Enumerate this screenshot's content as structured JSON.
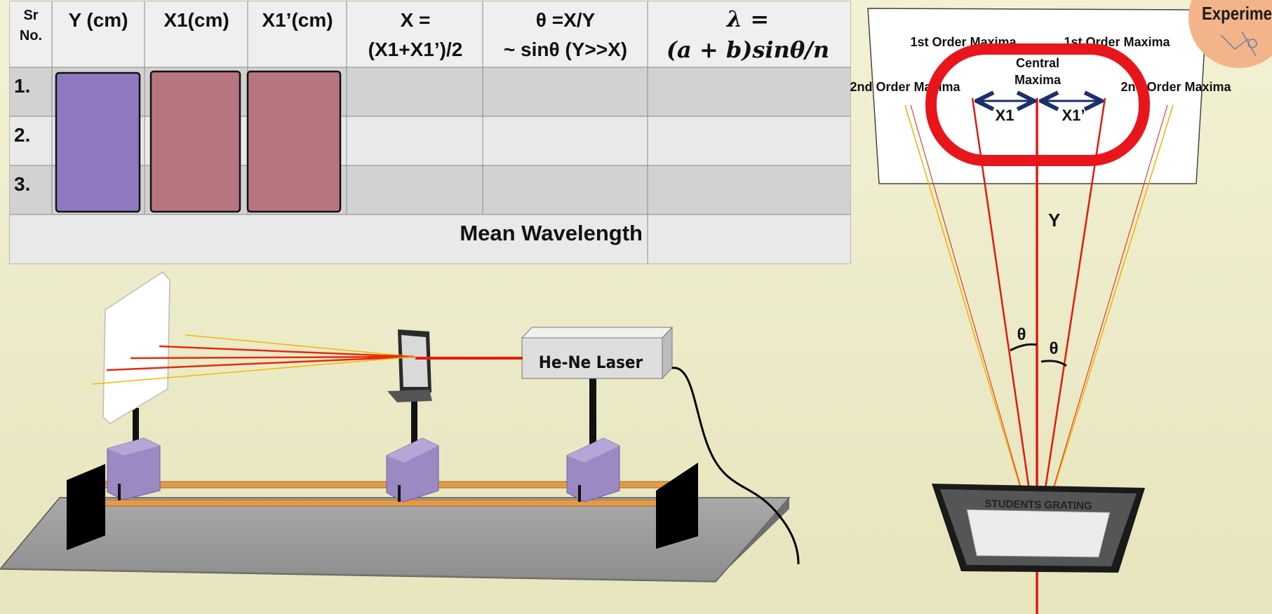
{
  "table": {
    "headers": {
      "sr": [
        "Sr",
        "No."
      ],
      "y": "Y (cm)",
      "x1": "X1(cm)",
      "x1p": "X1’(cm)",
      "x": [
        "X =",
        "(X1+X1’)/2"
      ],
      "theta": [
        "θ =X/Y",
        "~ sinθ (Y>>X)"
      ],
      "lambda": [
        "λ =",
        "(a + b)sinθ/n"
      ]
    },
    "rows": [
      "1.",
      "2.",
      "3."
    ],
    "footer": "Mean Wavelength",
    "colors": {
      "y_column": "#8f78c0",
      "x1_column": "#b77580",
      "x1p_column": "#b77580"
    }
  },
  "apparatus": {
    "laser_label": "He-Ne Laser"
  },
  "geometry_diagram": {
    "labels": {
      "first_order_left": "1st Order Maxima",
      "first_order_right": "1st Order Maxima",
      "second_order_left": "2nd Order Maxima",
      "second_order_right": "2nd Order Maxima",
      "central": [
        "Central",
        "Maxima"
      ],
      "x1": "X1",
      "x1p": "X1’",
      "y": "Y",
      "theta_left": "θ",
      "theta_right": "θ",
      "grating": "STUDENTS GRATING"
    },
    "highlight_color": "#e8161b"
  },
  "logo_text": "Experime"
}
